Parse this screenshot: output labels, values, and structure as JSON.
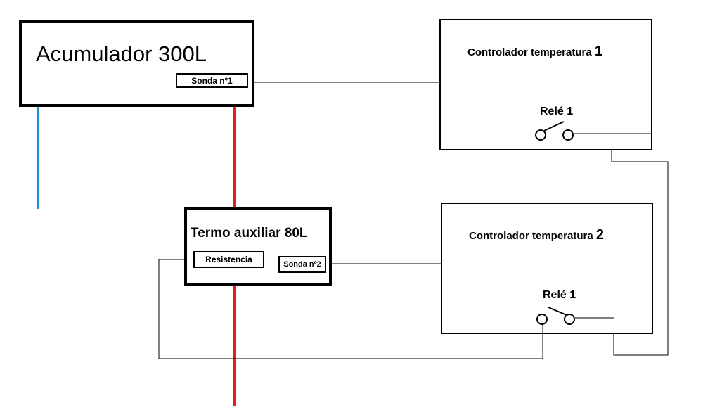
{
  "acumulador": {
    "title": "Acumulador 300L",
    "sensor": "Sonda nº1"
  },
  "termo": {
    "title": "Termo auxiliar 80L",
    "resistencia": "Resistencia",
    "sensor": "Sonda nº2"
  },
  "controller1": {
    "title": "Controlador temperatura",
    "number": "1",
    "relay_label": "Relé 1"
  },
  "controller2": {
    "title": "Controlador temperatura",
    "number": "2",
    "relay_label": "Relé 1"
  },
  "colors": {
    "cold_pipe": "#1e90d0",
    "hot_pipe": "#e02020",
    "wire": "#000000"
  }
}
